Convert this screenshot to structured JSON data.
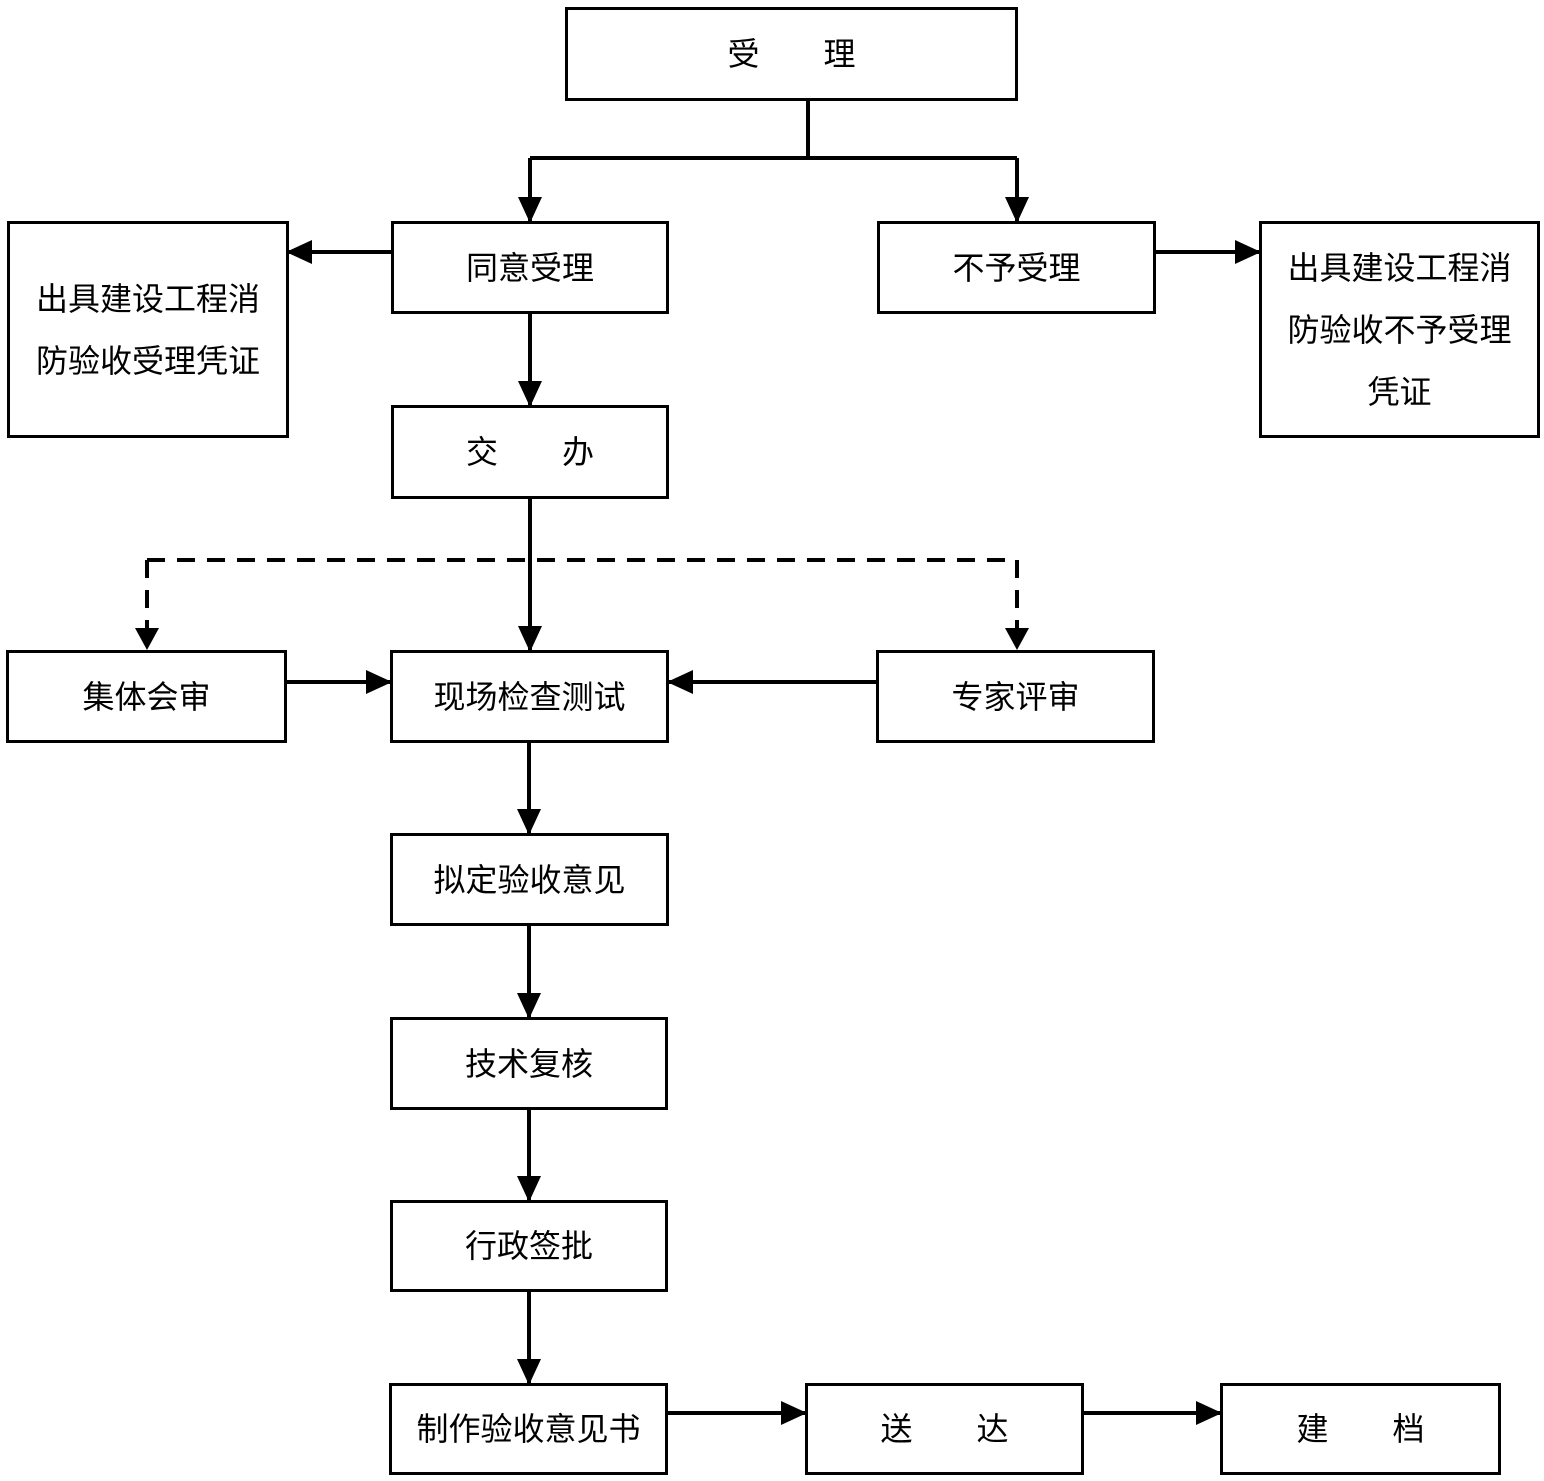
{
  "diagram": {
    "nodes": {
      "accept": "受　　理",
      "agree": "同意受理",
      "reject": "不予受理",
      "cert_accept": "出具建设工程消防验收受理凭证",
      "cert_reject": "出具建设工程消防验收不予受理凭证",
      "assign": "交　　办",
      "collective_review": "集体会审",
      "onsite_test": "现场检查测试",
      "expert_review": "专家评审",
      "draft_opinion": "拟定验收意见",
      "tech_review": "技术复核",
      "admin_approval": "行政签批",
      "make_document": "制作验收意见书",
      "deliver": "送　　达",
      "archive": "建　　档"
    },
    "line_color": "#000000"
  }
}
